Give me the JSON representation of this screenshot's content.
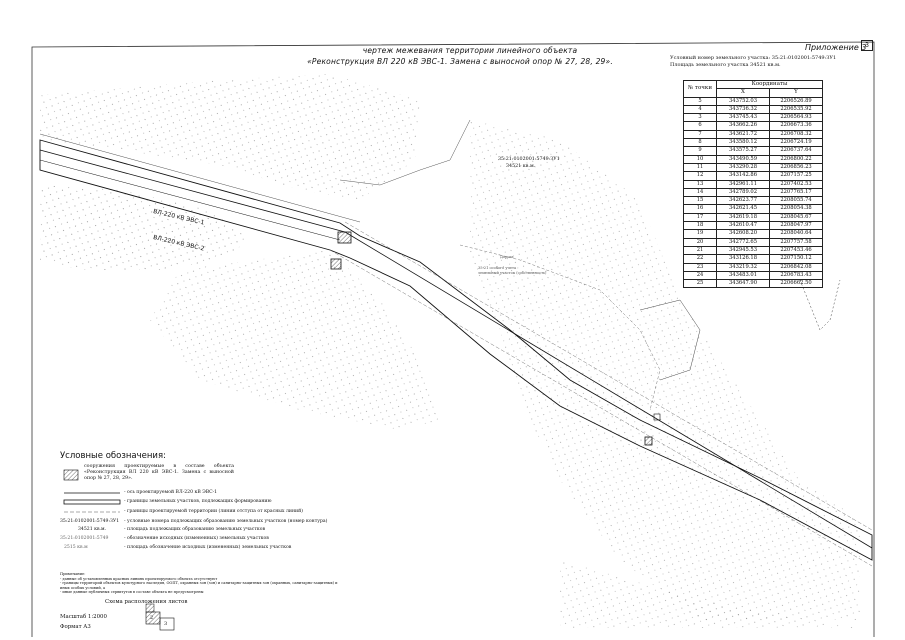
{
  "header": {
    "appendix": "Приложение 3",
    "page_no": "3",
    "title_line1": "чертеж межевания территории линейного объекта",
    "title_line2": "«Реконструкция  ВЛ  220 кВ ЭВС-1. Замена с выносной опор № 27, 28, 29».",
    "cadastral_line": "Условный номер земельного участка: 35:21:0102001:5749:ЗУ1",
    "area_line": "Площадь земельного участка 34521 кв.м."
  },
  "table": {
    "col_no": "№ точки",
    "col_group": "Координаты",
    "col_x": "X",
    "col_y": "Y",
    "rows": [
      [
        "5",
        "343752.03",
        "2206526.89"
      ],
      [
        "4",
        "343736.32",
        "2206535.92"
      ],
      [
        "3",
        "343745.43",
        "2206564.93"
      ],
      [
        "6",
        "343662.26",
        "2206673.36"
      ],
      [
        "7",
        "343621.72",
        "2206708.32"
      ],
      [
        "8",
        "343580.12",
        "2206724.19"
      ],
      [
        "9",
        "343575.27",
        "2206737.64"
      ],
      [
        "10",
        "343490.59",
        "2206800.22"
      ],
      [
        "11",
        "343290.28",
        "2206856.23"
      ],
      [
        "12",
        "343142.86",
        "2207157.25"
      ],
      [
        "13",
        "342961.11",
        "2207402.53"
      ],
      [
        "14",
        "342789.02",
        "2207765.17"
      ],
      [
        "15",
        "342623.77",
        "2208055.74"
      ],
      [
        "16",
        "342621.45",
        "2208054.38"
      ],
      [
        "17",
        "342619.18",
        "2208045.67"
      ],
      [
        "18",
        "342610.47",
        "2208047.97"
      ],
      [
        "19",
        "342608.20",
        "2208040.64"
      ],
      [
        "20",
        "342772.65",
        "2207757.58"
      ],
      [
        "21",
        "342945.53",
        "2207453.46"
      ],
      [
        "22",
        "343126.18",
        "2207150.12"
      ],
      [
        "23",
        "343219.32",
        "2206842.08"
      ],
      [
        "24",
        "343483.01",
        "2206783.43"
      ],
      [
        "25",
        "343647.90",
        "2206662.50"
      ]
    ]
  },
  "map": {
    "line1_label": "ВЛ-220 кВ ЭВС-1",
    "line2_label": "ВЛ-220 кВ ЭВС-2",
    "parcel_id": "35:21:0102001:5749:ЗУ1",
    "parcel_area": "34521 кв.м.",
    "road_label": "Дорога",
    "zone_label": "35:21 особого учета",
    "zone_label2": "земельный участок (собственность)"
  },
  "legend": {
    "heading": "Условные обозначения:",
    "item1": "сооружения    проектируемые    в    составе    объекта «Реконструкция  ВЛ  220 кВ ЭВС-1. Замена с выносной опор № 27, 28, 29».",
    "item2": "- ось проектируемой ВЛ-220 кВ ЭВС-1",
    "item3": "- границы земельных участков, подлежащих формированию",
    "item4": "- границы проектируемой территории (линии отступа от красных линий)",
    "item5_code": "35:21:0102001:5749:ЗУ1",
    "item5": "- условные номера подлежащих образованию земельных участков (номер контура)",
    "item6_code": "34521 кв.м.",
    "item6": "- площадь подлежащих образованию земельных участков",
    "item7_code": "35:21:0102001:5749",
    "item7": "- обозначение исходных (измененных) земельных участков",
    "item8_code": "2515 кв.м",
    "item8": "- площадь обозначение исходных (измененных) земельных участков"
  },
  "notes": {
    "title": "Примечание:",
    "line1": "- данные об установленных красных линиях проектируемого объекта отсутствуют",
    "line2": "- границы территорий объектов культурного наследия, ООПТ, охранных зон (зон) и санитарно-защитных зон (охранных, санитарно-защитных) и иных особых условий, а",
    "line3": "- иные данные публичных сервитутов в составе объекта не предусмотрены"
  },
  "footer": {
    "layout_title": "Схема расположения листов",
    "sheet2": "2",
    "sheet3": "3",
    "scale": "Масштаб 1:2000",
    "format": "Формат А3"
  },
  "colors": {
    "ink": "#111111",
    "hatch": "#777777",
    "paper": "#ffffff"
  }
}
